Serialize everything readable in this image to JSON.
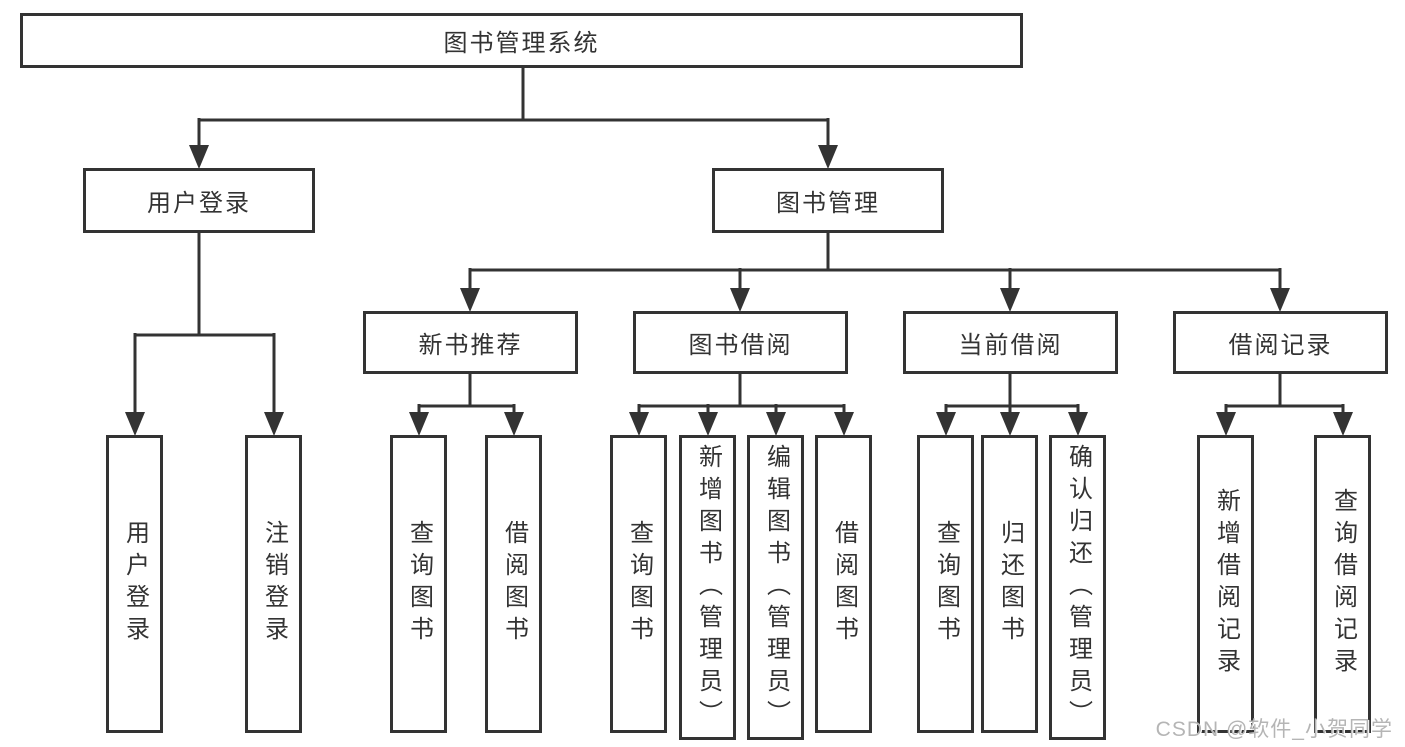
{
  "tree": {
    "root": {
      "label": "图书管理系统"
    },
    "level2": [
      {
        "label": "用户登录"
      },
      {
        "label": "图书管理"
      }
    ],
    "level3": [
      {
        "label": "新书推荐"
      },
      {
        "label": "图书借阅"
      },
      {
        "label": "当前借阅"
      },
      {
        "label": "借阅记录"
      }
    ],
    "leaves": {
      "user_login": [
        {
          "label": "用户登录"
        },
        {
          "label": "注销登录"
        }
      ],
      "new_book_recommend": [
        {
          "label": "查询图书"
        },
        {
          "label": "借阅图书"
        }
      ],
      "book_borrow": [
        {
          "label": "查询图书"
        },
        {
          "label": "新增图书（管理员）"
        },
        {
          "label": "编辑图书（管理员）"
        },
        {
          "label": "借阅图书"
        }
      ],
      "current_borrow": [
        {
          "label": "查询图书"
        },
        {
          "label": "归还图书"
        },
        {
          "label": "确认归还（管理员）"
        }
      ],
      "borrow_record": [
        {
          "label": "新增借阅记录"
        },
        {
          "label": "查询借阅记录"
        }
      ]
    }
  },
  "watermark": "CSDN @软件_小贺同学",
  "colors": {
    "line": "#333333",
    "text": "#333333",
    "watermark": "#b5b5b5",
    "background": "#ffffff"
  }
}
